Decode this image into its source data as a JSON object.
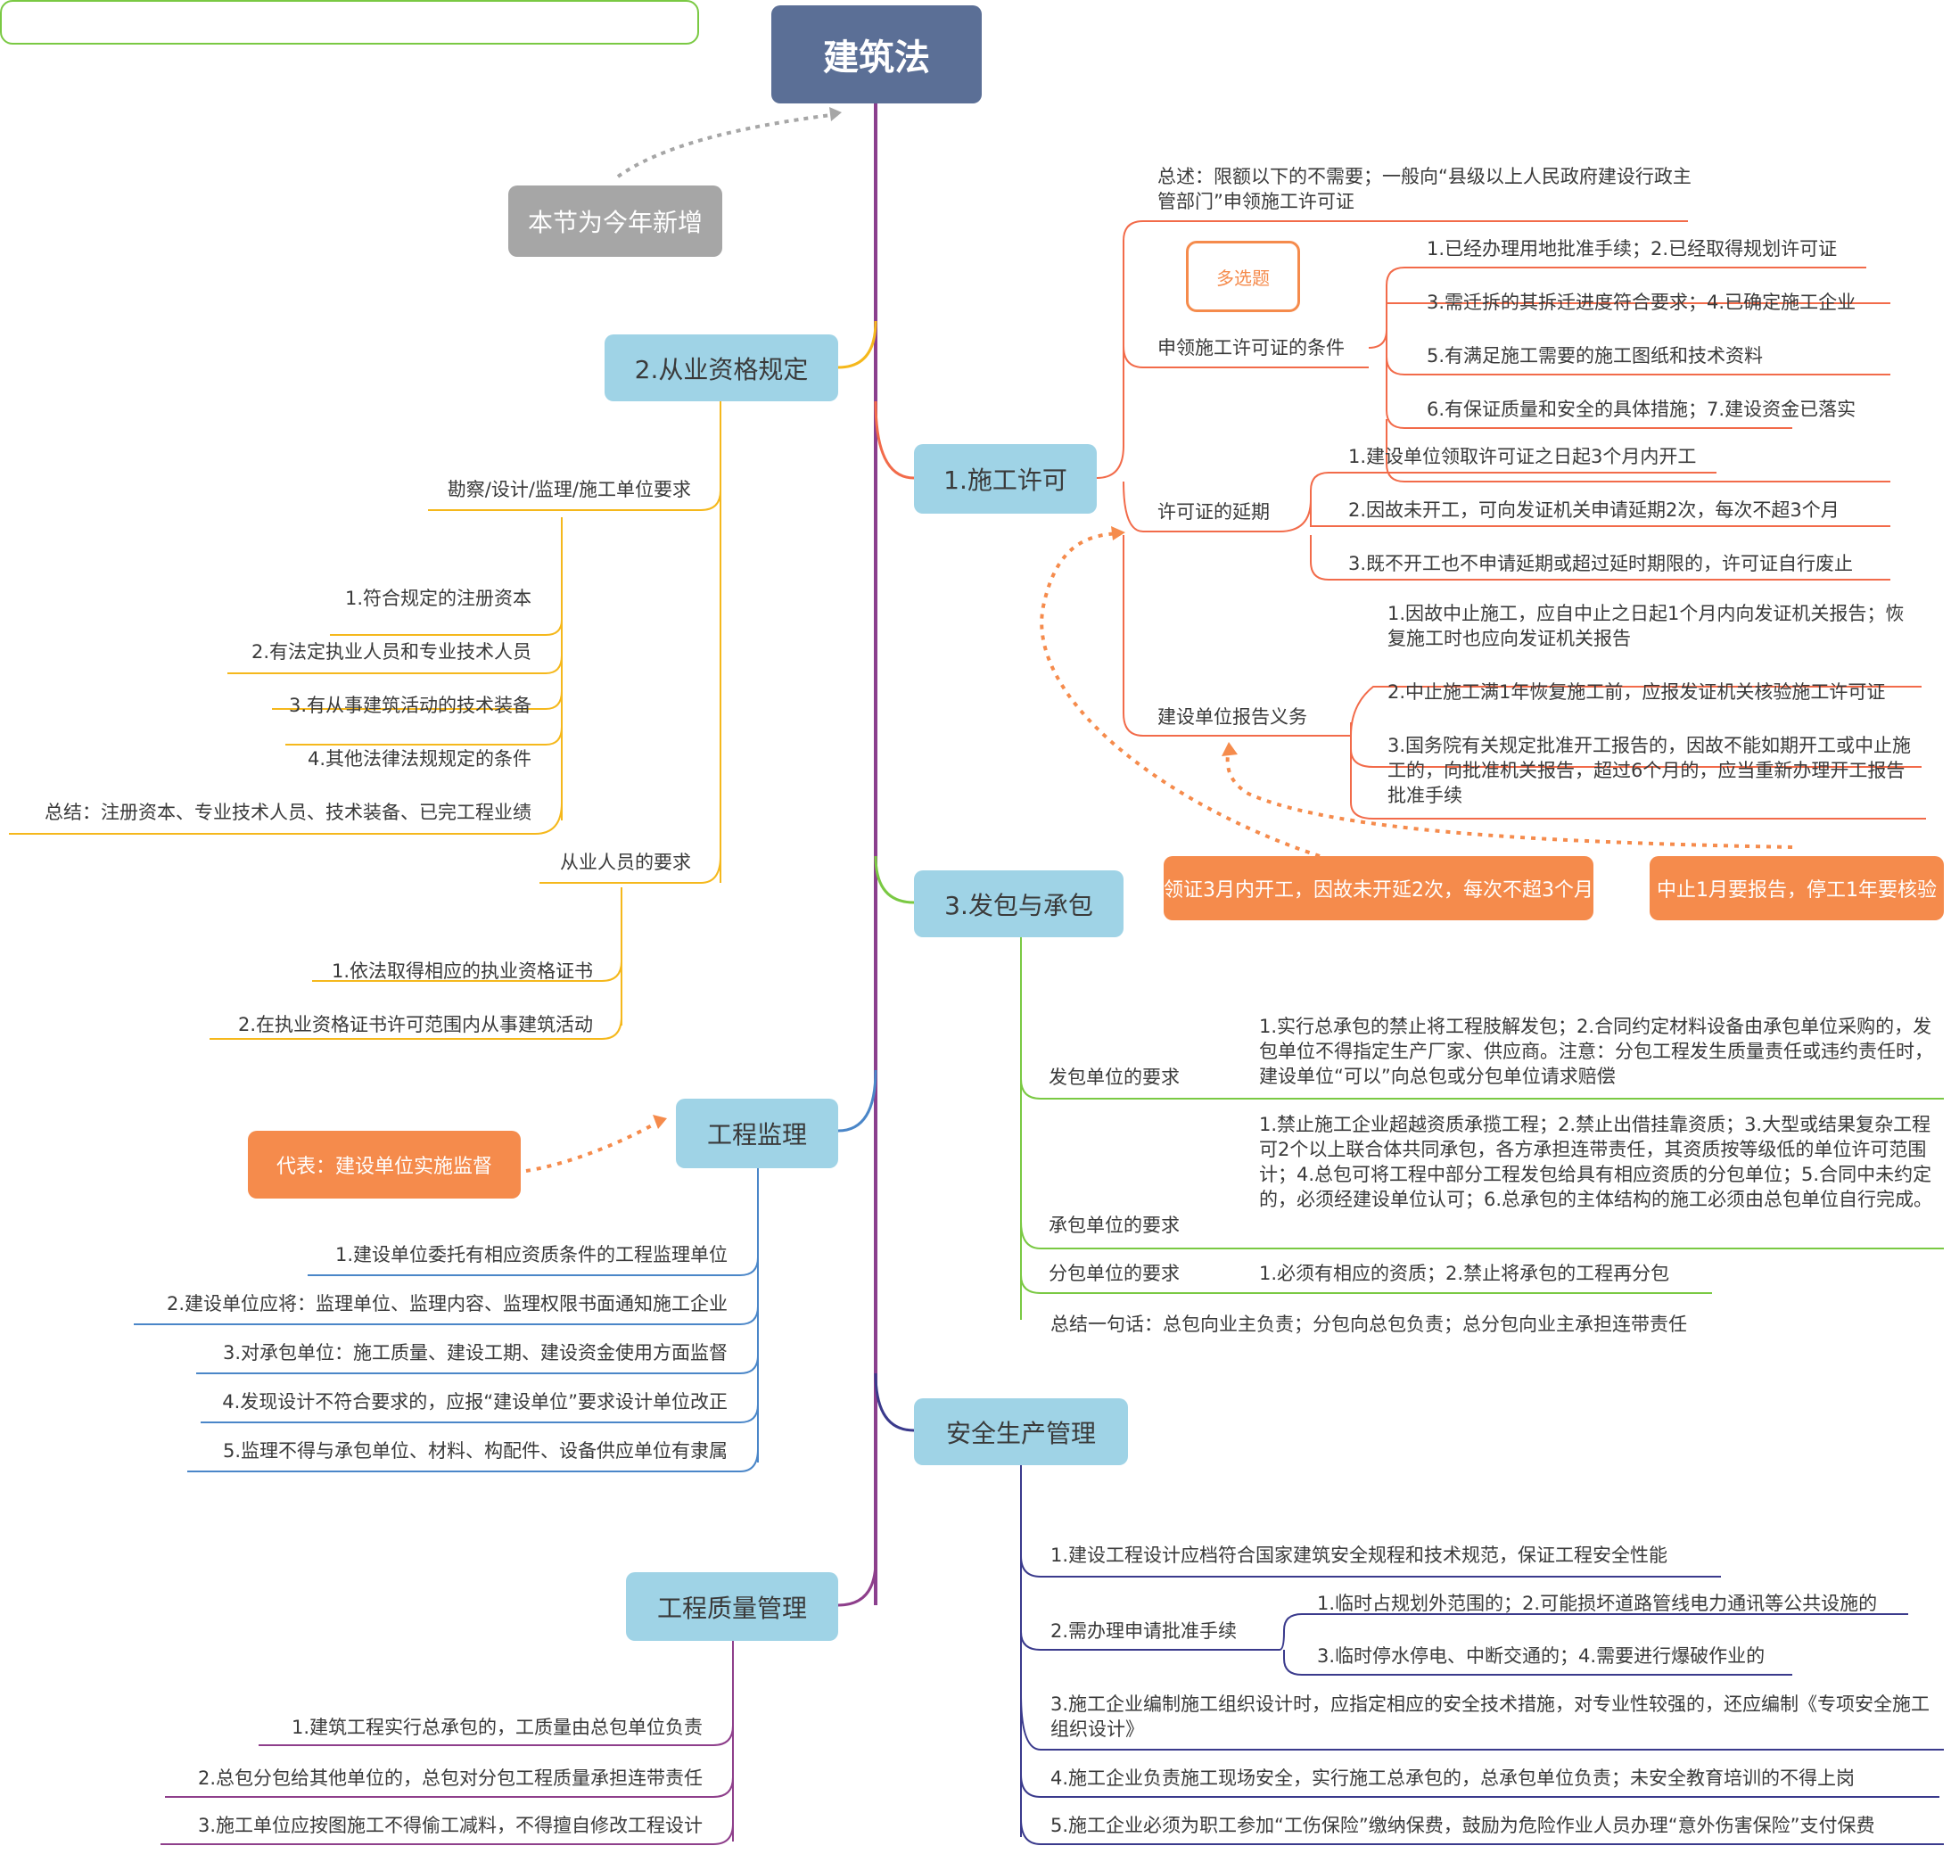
{
  "root": {
    "title": "建筑法"
  },
  "note": {
    "label": "本节为今年新增"
  },
  "permit": {
    "title": "1.施工许可",
    "summary": "总述：限额以下的不需要；一般向“县级以上人民政府建设行政主管部门”申领施工许可证",
    "tag": "多选题",
    "conditions": {
      "label": "申领施工许可证的条件",
      "items": [
        "1.已经办理用地批准手续；2.已经取得规划许可证",
        "3.需迁拆的其拆迁进度符合要求；4.已确定施工企业",
        "5.有满足施工需要的施工图纸和技术资料",
        "6.有保证质量和安全的具体措施；7.建设资金已落实"
      ]
    },
    "extension": {
      "label": "许可证的延期",
      "items": [
        "1.建设单位领取许可证之日起3个月内开工",
        "2.因故未开工，可向发证机关申请延期2次，每次不超3个月",
        "3.既不开工也不申请延期或超过延时期限的，许可证自行废止"
      ]
    },
    "report": {
      "label": "建设单位报告义务",
      "items": [
        "1.因故中止施工，应自中止之日起1个月内向发证机关报告；恢复施工时也应向发证机关报告",
        "2.中止施工满1年恢复施工前，应报发证机关核验施工许可证",
        "3.国务院有关规定批准开工报告的，因故不能如期开工或中止施工的，向批准机关报告，超过6个月的，应当重新办理开工报告批准手续"
      ]
    },
    "memo1": "领证3月内开工，因故未开延2次，每次不超3个月",
    "memo2": "中止1月要报告，停工1年要核验"
  },
  "qualification": {
    "title": "2.从业资格规定",
    "unit": {
      "label": "勘察/设计/监理/施工单位要求",
      "items": [
        "1.符合规定的注册资本",
        "2.有法定执业人员和专业技术人员",
        "3.有从事建筑活动的技术装备",
        "4.其他法律法规规定的条件",
        "总结：注册资本、专业技术人员、技术装备、已完工程业绩"
      ]
    },
    "staff": {
      "label": "从业人员的要求",
      "items": [
        "1.依法取得相应的执业资格证书",
        "2.在执业资格证书许可范围内从事建筑活动"
      ]
    }
  },
  "contract": {
    "title": "3.发包与承包",
    "rows": [
      {
        "label": "发包单位的要求",
        "text": "1.实行总承包的禁止将工程肢解发包；2.合同约定材料设备由承包单位采购的，发包单位不得指定生产厂家、供应商。注意：分包工程发生质量责任或违约责任时，建设单位“可以”向总包或分包单位请求赔偿"
      },
      {
        "label": "承包单位的要求",
        "text": "1.禁止施工企业超越资质承揽工程；2.禁止出借挂靠资质；3.大型或结果复杂工程可2个以上联合体共同承包，各方承担连带责任，其资质按等级低的单位许可范围计；4.总包可将工程中部分工程发包给具有相应资质的分包单位；5.合同中未约定的，必须经建设单位认可；6.总承包的主体结构的施工必须由总包单位自行完成。"
      },
      {
        "label": "分包单位的要求",
        "text": "1.必须有相应的资质；2.禁止将承包的工程再分包"
      }
    ],
    "summary": "总结一句话：总包向业主负责；分包向总包负责；总分包向业主承担连带责任"
  },
  "supervision": {
    "title": "工程监理",
    "memo": "代表：建设单位实施监督",
    "items": [
      "1.建设单位委托有相应资质条件的工程监理单位",
      "2.建设单位应将：监理单位、监理内容、监理权限书面通知施工企业",
      "3.对承包单位：施工质量、建设工期、建设资金使用方面监督",
      "4.发现设计不符合要求的，应报“建设单位”要求设计单位改正",
      "5.监理不得与承包单位、材料、构配件、设备供应单位有隶属"
    ]
  },
  "safety": {
    "title": "安全生产管理",
    "item1": "1.建设工程设计应档符合国家建筑安全规程和技术规范，保证工程安全性能",
    "approval": {
      "label": "2.需办理申请批准手续",
      "items": [
        "1.临时占规划外范围的；2.可能损坏道路管线电力通讯等公共设施的",
        "3.临时停水停电、中断交通的；4.需要进行爆破作业的"
      ]
    },
    "item3": "3.施工企业编制施工组织设计时，应指定相应的安全技术措施，对专业性较强的，还应编制《专项安全施工组织设计》",
    "item4": "4.施工企业负责施工现场安全，实行施工总承包的，总承包单位负责；未安全教育培训的不得上岗",
    "item5": "5.施工企业必须为职工参加“工伤保险”缴纳保费，鼓励为危险作业人员办理“意外伤害保险”支付保费"
  },
  "quality": {
    "title": "工程质量管理",
    "items": [
      "1.建筑工程实行总承包的，工质量由总包单位负责",
      "2.总包分包给其他单位的，总包对分包工程质量承担连带责任",
      "3.施工单位应按图施工不得偷工减料，不得擅自修改工程设计"
    ]
  },
  "colors": {
    "trunk": "#8b3f8e",
    "permit": "#f26b4a",
    "qualification": "#f5b81c",
    "contract": "#7ac943",
    "supervision": "#4a86c8",
    "safety": "#3a3a8c",
    "quality": "#8e3f8b",
    "memo": "#f58b4c",
    "note": "#a6a6a6"
  }
}
